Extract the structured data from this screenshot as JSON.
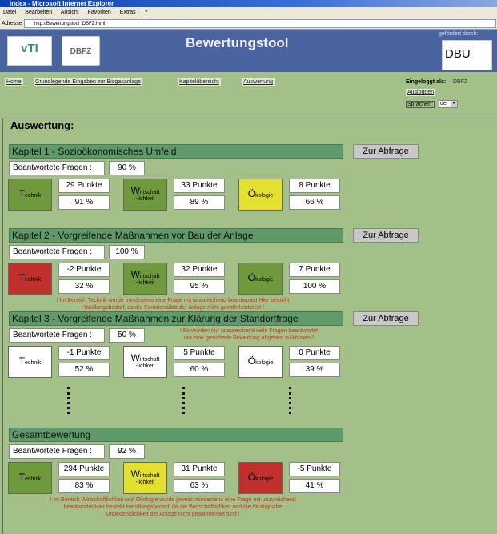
{
  "window": {
    "title": "index - Microsoft Internet Explorer",
    "menu": [
      "Datei",
      "Bearbeiten",
      "Ansicht",
      "Favoriten",
      "Extras",
      "?"
    ],
    "address_label": "Adresse",
    "address": "http://Bewertungstool_DBFZ.html"
  },
  "header": {
    "title": "Bewertungstool",
    "logo_left": "vTI",
    "logo_mid": "DBFZ",
    "sponsor_label": "gefördert durch:",
    "logo_right": "DBU"
  },
  "nav": {
    "links": [
      "Home",
      "Grundlegende Eingaben zur Biogasanlage",
      "Kapitelübersicht",
      "Auswertung"
    ],
    "logged_in_label": "Eingeloggt als:",
    "user": "DBFZ",
    "logout": "Ausloggen",
    "language_label": "Sprachen:",
    "language": "de"
  },
  "main": {
    "title": "Auswertung:",
    "answered_label": "Beantwortete Fragen :",
    "query_button": "Zur Abfrage",
    "categories": {
      "technik": {
        "initial": "T",
        "rest": "echnik"
      },
      "wirtschaft": {
        "initial": "W",
        "rest": "irtschaft",
        "line2": "-lichkeit"
      },
      "oekologie": {
        "initial": "Ö",
        "rest": "kologie"
      }
    },
    "colors": {
      "green": "#6e9a3c",
      "red": "#c0302c",
      "yellow": "#e4e030",
      "white": "#ffffff"
    },
    "sections": [
      {
        "title": "Kapitel 1 - Sozioökonomisches Umfeld",
        "answered": "90 %",
        "button": true,
        "scores": [
          {
            "points": "29 Punkte",
            "percent": "91 %",
            "color": "green"
          },
          {
            "points": "33 Punkte",
            "percent": "89 %",
            "color": "green"
          },
          {
            "points": "8 Punkte",
            "percent": "66 %",
            "color": "yellow"
          }
        ]
      },
      {
        "title": "Kapitel 2 - Vorgreifende Maßnahmen vor Bau der Anlage",
        "answered": "100 %",
        "button": true,
        "scores": [
          {
            "points": "-2 Punkte",
            "percent": "32 %",
            "color": "red"
          },
          {
            "points": "32 Punkte",
            "percent": "95 %",
            "color": "green"
          },
          {
            "points": "7 Punkte",
            "percent": "100 %",
            "color": "green"
          }
        ],
        "warning": [
          "! Im Bereich Technik wurde mindestens eine Frage mit unzureichend beantwortet Hier besteht",
          "Handlungsbedarf, da die Funktionalität der Anlage nicht gewährleistet ist !"
        ]
      },
      {
        "title": "Kapitel 3 - Vorgreifende Maßnahmen zur Klärung der Standortfrage",
        "answered": "50 %",
        "button": true,
        "answered_warning": [
          "! Es wurden nur unzureichend viele Fragen beantwortet",
          "um eine gesicherte Bewertung abgeben zu können !"
        ],
        "scores": [
          {
            "points": "-1 Punkte",
            "percent": "52 %",
            "color": "white"
          },
          {
            "points": "5 Punkte",
            "percent": "60 %",
            "color": "white"
          },
          {
            "points": "0 Punkte",
            "percent": "39 %",
            "color": "white"
          }
        ]
      },
      {
        "title": "Gesamtbewertung",
        "answered": "92 %",
        "button": false,
        "scores": [
          {
            "points": "294 Punkte",
            "percent": "83 %",
            "color": "green"
          },
          {
            "points": "31 Punkte",
            "percent": "63 %",
            "color": "yellow"
          },
          {
            "points": "-5 Punkte",
            "percent": "41 %",
            "color": "red"
          }
        ],
        "warning": [
          "! Im Bereich Wirtschaftlichkeit und Ökologie wurde jeweils mindestens eine Frage mit unzureichend",
          "beantwortet Hier besteht Handlungsbedarf, da die Wirtschaftlichkeit und die ökologische",
          "Unbedenklichkeit der Anlage nicht gewährleistet sind !"
        ]
      }
    ]
  }
}
